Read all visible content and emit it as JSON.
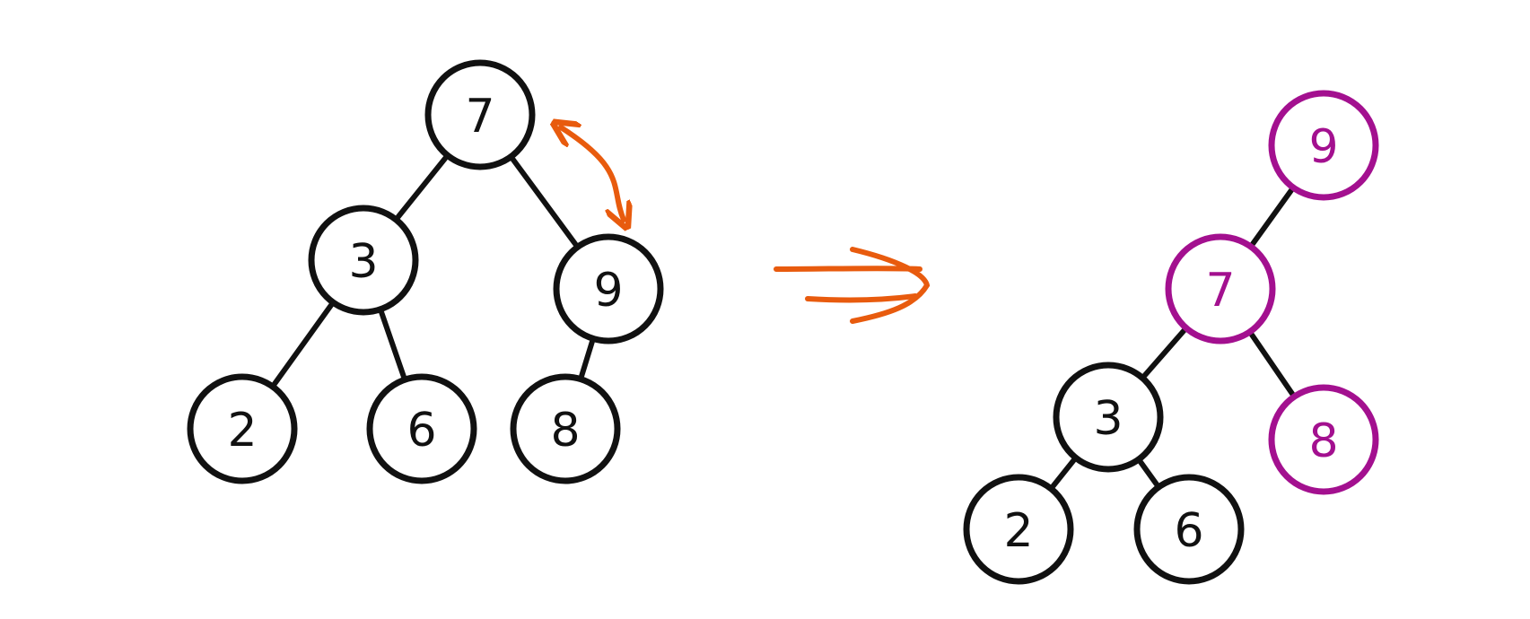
{
  "colors": {
    "ink": "#111111",
    "highlight": "#a3108f",
    "arrow": "#e85b0e"
  },
  "before": {
    "nodes": [
      {
        "id": "b7",
        "label": "7"
      },
      {
        "id": "b3",
        "label": "3"
      },
      {
        "id": "b9",
        "label": "9"
      },
      {
        "id": "b2",
        "label": "2"
      },
      {
        "id": "b6",
        "label": "6"
      },
      {
        "id": "b8",
        "label": "8"
      }
    ],
    "edges": [
      [
        "b7",
        "b3"
      ],
      [
        "b7",
        "b9"
      ],
      [
        "b3",
        "b2"
      ],
      [
        "b3",
        "b6"
      ],
      [
        "b9",
        "b8"
      ]
    ],
    "swap": [
      "b7",
      "b9"
    ]
  },
  "after": {
    "nodes": [
      {
        "id": "a9",
        "label": "9",
        "highlight": true
      },
      {
        "id": "a7",
        "label": "7",
        "highlight": true
      },
      {
        "id": "a3",
        "label": "3",
        "highlight": false
      },
      {
        "id": "a8",
        "label": "8",
        "highlight": true
      },
      {
        "id": "a2",
        "label": "2",
        "highlight": false
      },
      {
        "id": "a6",
        "label": "6",
        "highlight": false
      }
    ],
    "edges": [
      [
        "a9",
        "a7"
      ],
      [
        "a7",
        "a3"
      ],
      [
        "a7",
        "a8"
      ],
      [
        "a3",
        "a2"
      ],
      [
        "a3",
        "a6"
      ]
    ]
  },
  "transition": "implies-arrow"
}
